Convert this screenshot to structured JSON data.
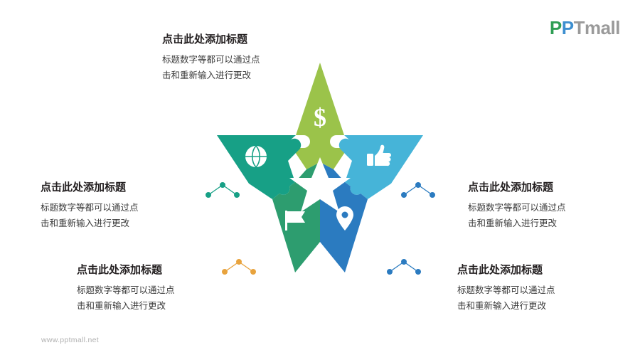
{
  "brand": {
    "logo_part1": "P",
    "logo_part2": "P",
    "logo_rest": "Tmall",
    "footer": "www.pptmall.net"
  },
  "blocks": [
    {
      "id": "top",
      "title": "点击此处添加标题",
      "line1": "标题数字等都可以通过点",
      "line2": "击和重新输入进行更改",
      "icon": "dollar-icon",
      "color": "#9bc34a"
    },
    {
      "id": "left",
      "title": "点击此处添加标题",
      "line1": "标题数字等都可以通过点",
      "line2": "击和重新输入进行更改",
      "icon": "globe-icon",
      "color": "#17a086"
    },
    {
      "id": "right",
      "title": "点击此处添加标题",
      "line1": "标题数字等都可以通过点",
      "line2": "击和重新输入进行更改",
      "icon": "thumbs-up-icon",
      "color": "#46b4d8"
    },
    {
      "id": "bottom-left",
      "title": "点击此处添加标题",
      "line1": "标题数字等都可以通过点",
      "line2": "击和重新输入进行更改",
      "icon": "flag-icon",
      "color": "#2d9d6f"
    },
    {
      "id": "bottom-right",
      "title": "点击此处添加标题",
      "line1": "标题数字等都可以通过点",
      "line2": "击和重新输入进行更改",
      "icon": "location-pin-icon",
      "color": "#2b7bc0"
    }
  ],
  "connectors": {
    "left_dot_color": "#17a086",
    "right_dot_color": "#2b7bc0",
    "bottom_left_dot_color": "#e8a33d",
    "bottom_right_dot_color": "#2b7bc0"
  }
}
